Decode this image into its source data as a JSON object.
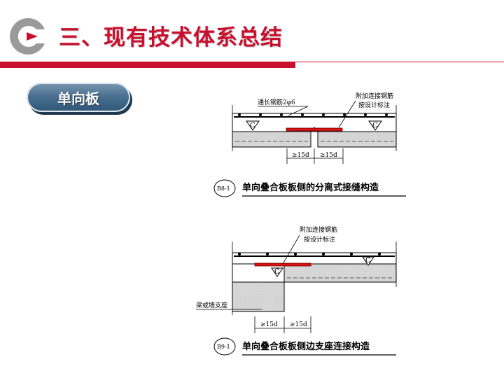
{
  "header": {
    "title": "三、现有技术体系总结",
    "logo_name": "company-logo",
    "accent_color": "#c8102e"
  },
  "section": {
    "badge_label": "单向板"
  },
  "figures": [
    {
      "code": "B8-1",
      "caption": "单向叠合板板侧的分离式接缝构造",
      "note_left": "通长钢筋2φ6",
      "note_right_1": "附加连接钢筋",
      "note_right_2": "按设计标注",
      "cover_label": "C",
      "dim_1": "≥15d",
      "dim_2": "≥15d"
    },
    {
      "code": "B9-1",
      "caption": "单向叠合板板侧边支座连接构造",
      "note_1": "附加连接钢筋",
      "note_2": "按设计标注",
      "support_label": "梁或墙支座",
      "cover_label": "C",
      "dim_1": "≥15d",
      "dim_2": "≥15d"
    }
  ]
}
